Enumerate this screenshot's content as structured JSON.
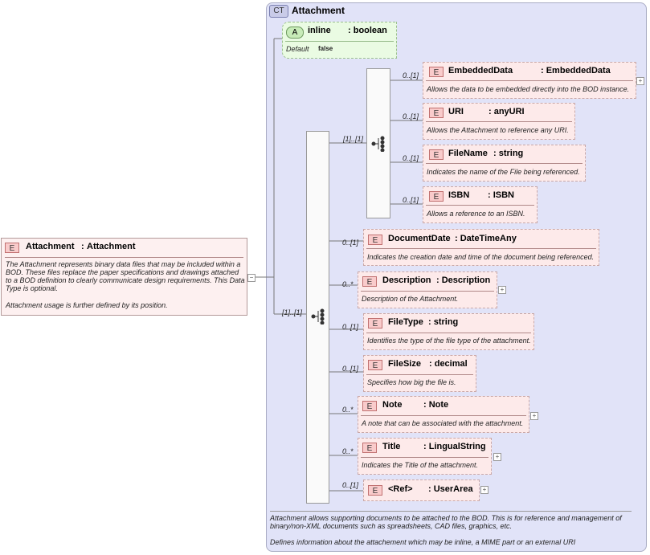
{
  "complex_type": {
    "badge": "CT",
    "name": "Attachment",
    "footer_doc1": "Attachment allows supporting documents to be attached to the BOD. This is for reference and management of binary/non-XML documents such as spreadsheets, CAD files, graphics, etc.",
    "footer_doc2": "Defines information about the attachement which may be inline, a MIME part or an external URI"
  },
  "root_element": {
    "badge": "E",
    "name": "Attachment",
    "type": "Attachment",
    "doc1": "The Attachment represents binary data files that may be included within a BOD. These files replace the paper specifications and drawings attached to a BOD definition to clearly communicate design requirements. This Data Type is optional.",
    "doc2": "Attachment usage is further defined by its position.",
    "expander": "−"
  },
  "attribute": {
    "badge": "A",
    "name": "inline",
    "type": ": boolean",
    "default_label": "Default",
    "default_value": "false"
  },
  "sequence_occurrence": "[1]..[1]",
  "choice_occurrence": "[1]..[1]",
  "choice_elements": [
    {
      "badge": "E",
      "name": "EmbeddedData",
      "type": ": EmbeddedData",
      "occ": "0..[1]",
      "doc": "Allows the data to be embedded directly into the BOD instance.",
      "expand": "+"
    },
    {
      "badge": "E",
      "name": "URI",
      "type": ": anyURI",
      "occ": "0..[1]",
      "doc": "Allows the Attachment to reference any URI.",
      "expand": ""
    },
    {
      "badge": "E",
      "name": "FileName",
      "type": ": string",
      "occ": "0..[1]",
      "doc": "Indicates the name of the File being referenced.",
      "expand": ""
    },
    {
      "badge": "E",
      "name": "ISBN",
      "type": ": ISBN",
      "occ": "0..[1]",
      "doc": "Allows a reference to an ISBN.",
      "expand": ""
    }
  ],
  "sequence_elements": [
    {
      "badge": "E",
      "name": "DocumentDate",
      "type": ": DateTimeAny",
      "occ": "0..[1]",
      "doc": "Indicates the creation date and time of the document being referenced.",
      "expand": ""
    },
    {
      "badge": "E",
      "name": "Description",
      "type": ": Description",
      "occ": "0..*",
      "doc": "Description of the Attachment.",
      "expand": "+"
    },
    {
      "badge": "E",
      "name": "FileType",
      "type": ": string",
      "occ": "0..[1]",
      "doc": "Identifies the type of the file type of the attachment.",
      "expand": ""
    },
    {
      "badge": "E",
      "name": "FileSize",
      "type": ": decimal",
      "occ": "0..[1]",
      "doc": "Specifies how big the file is.",
      "expand": ""
    },
    {
      "badge": "E",
      "name": "Note",
      "type": ": Note",
      "occ": "0..*",
      "doc": "A note that can be associated with the attachment.",
      "expand": "+"
    },
    {
      "badge": "E",
      "name": "Title",
      "type": ": LingualString",
      "occ": "0..*",
      "doc": "Indicates the Title of the attachment.",
      "expand": "+"
    },
    {
      "badge": "E",
      "name": "<Ref>",
      "type": ": UserArea",
      "occ": "0..[1]",
      "doc": "",
      "expand": "+"
    }
  ]
}
